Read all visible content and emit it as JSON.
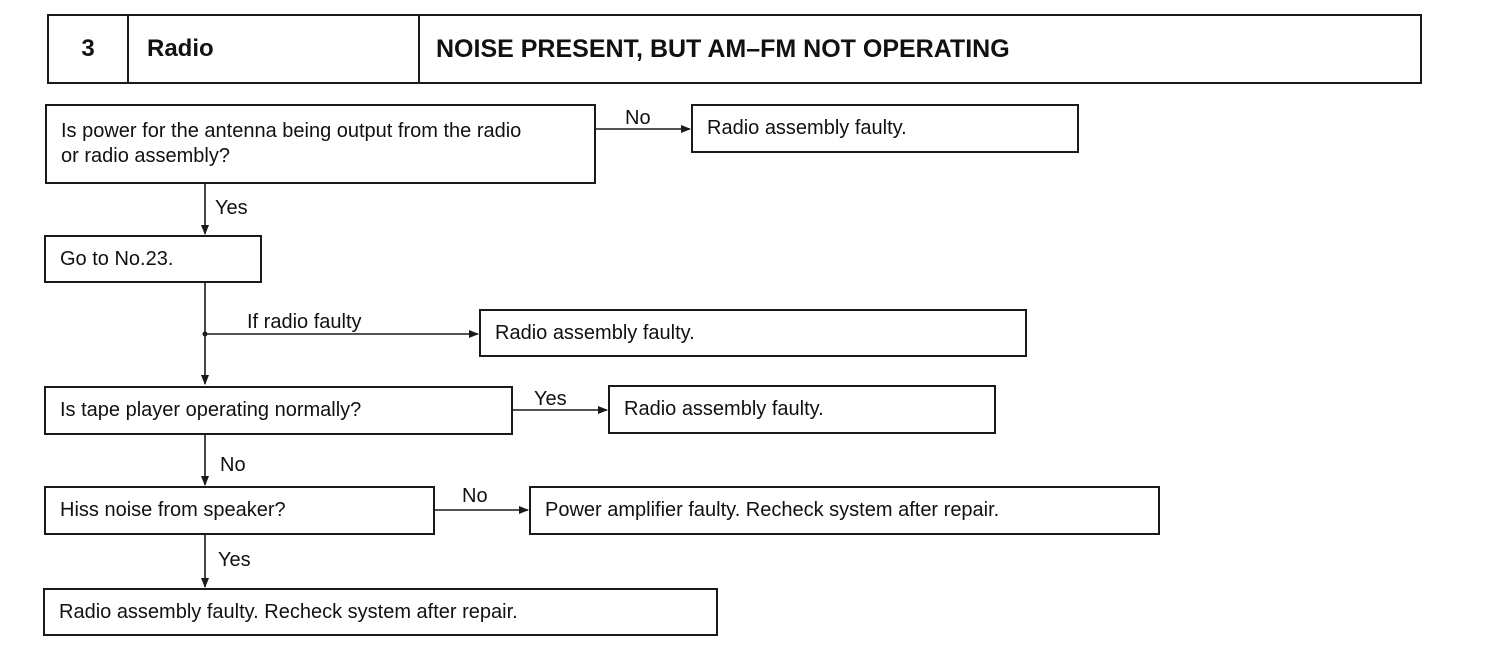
{
  "header": {
    "number": "3",
    "system": "Radio",
    "title": "NOISE PRESENT, BUT AM–FM NOT OPERATING"
  },
  "flow": {
    "q1": "Is power for the antenna being output from the radio or radio assembly?",
    "r1": "Radio assembly faulty.",
    "step2": "Go to No.23.",
    "r2": "Radio assembly faulty.",
    "q3": "Is tape player operating normally?",
    "r3": "Radio assembly faulty.",
    "q4": "Hiss noise from speaker?",
    "r4": "Power amplifier faulty. Recheck system after repair.",
    "r5": "Radio assembly faulty. Recheck system after repair."
  },
  "labels": {
    "q1_no": "No",
    "q1_yes": "Yes",
    "step2_branch": "If radio faulty",
    "q3_yes": "Yes",
    "q3_no": "No",
    "q4_no": "No",
    "q4_yes": "Yes"
  }
}
